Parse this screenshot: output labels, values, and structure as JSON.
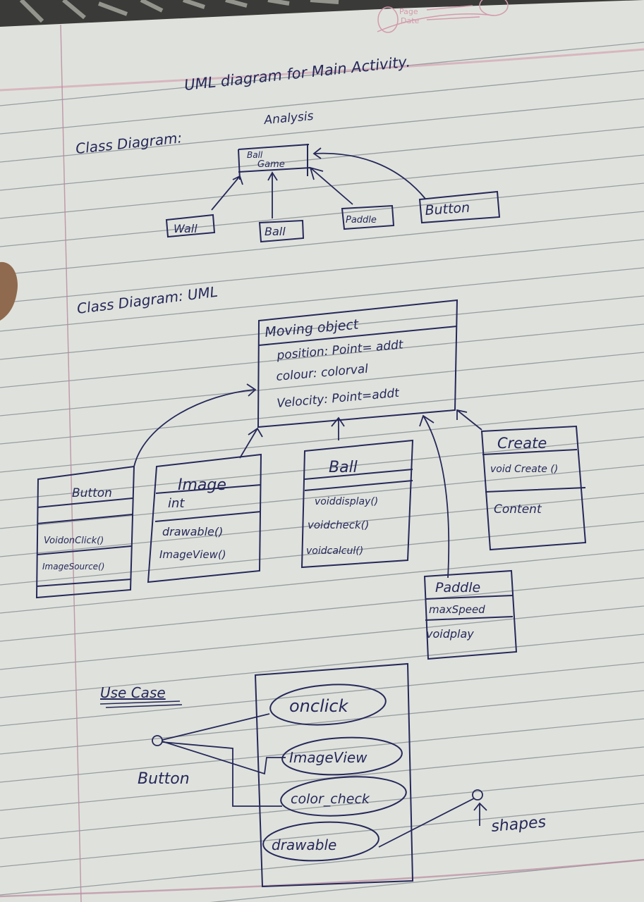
{
  "colors": {
    "paper": "#dfe2dc",
    "rule_line": "#5d6470",
    "margin_line": "#b98aa0",
    "ink": "#26285a",
    "stamp": "#d49aae",
    "cloth_dark": "#2b2b2a",
    "cloth_light": "#b9bcb1",
    "finger": "#8f6a4e"
  },
  "page_stamp": {
    "page_label": "Page",
    "date_label": "Date"
  },
  "title": "UML diagram for Main Activity.",
  "analysis_section": {
    "heading": "Class Diagram:",
    "subheading": "Analysis",
    "root_class": {
      "line1": "Ball",
      "line2": "Game"
    },
    "child_classes": [
      "Wall",
      "Ball",
      "Paddle",
      "Button"
    ]
  },
  "uml_section": {
    "heading": "Class Diagram: UML",
    "moving_object": {
      "name": "Moving object",
      "attributes": [
        "position: Point= addt",
        "colour: colorval",
        "Velocity: Point=addt"
      ]
    },
    "classes": [
      {
        "name": "Button",
        "attributes": [
          ""
        ],
        "methods": [
          "VoidonClick()",
          "ImageSource()"
        ]
      },
      {
        "name": "Image",
        "attributes": [
          "int"
        ],
        "methods": [
          "drawable()",
          "ImageView()"
        ]
      },
      {
        "name": "Ball",
        "attributes": [
          ""
        ],
        "methods": [
          "voiddisplay()",
          "voidcheck()",
          "voidcalcul()"
        ]
      },
      {
        "name": "Create",
        "attributes": [
          "void Create ()"
        ],
        "methods": [
          "Content"
        ]
      },
      {
        "name": "Paddle",
        "attributes": [
          "maxSpeed"
        ],
        "methods": [
          "voidplay"
        ]
      }
    ]
  },
  "use_case_section": {
    "heading": "Use Case",
    "actors": [
      "Button",
      "shapes"
    ],
    "use_cases": [
      "onclick",
      "ImageView",
      "color_check",
      "drawable"
    ]
  }
}
